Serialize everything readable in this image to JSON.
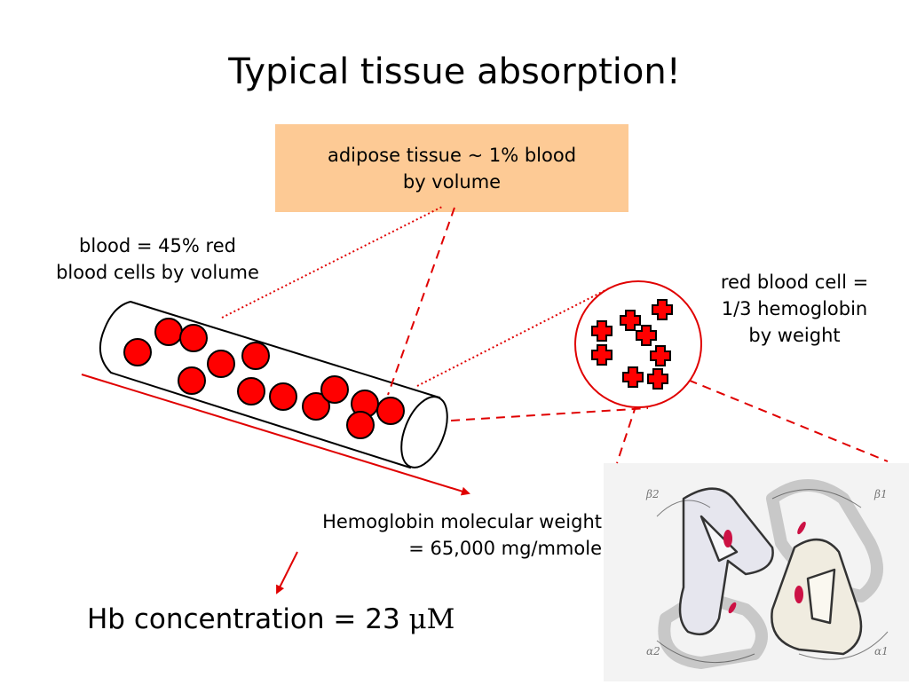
{
  "slide": {
    "title": "Typical tissue absorption!",
    "adipose_box": {
      "line1": "adipose tissue ~ 1% blood",
      "line2": "by volume",
      "fill_color": "#fdca95"
    },
    "blood_label": {
      "line1": "blood = 45% red",
      "line2": "blood cells by volume"
    },
    "rbc_label": {
      "line1": "red blood cell =",
      "line2": "1/3 hemoglobin",
      "line3": "by weight"
    },
    "hb_molecular_weight": {
      "line1": "Hemoglobin molecular weight",
      "line2": "= 65,000 mg/mmole"
    },
    "hb_concentration": {
      "prefix": "Hb concentration = 23 ",
      "unit": "μM"
    },
    "hemoglobin_image": {
      "subunit_labels": [
        "β2",
        "β1",
        "α2",
        "α1"
      ]
    },
    "colors": {
      "accent_red": "#e00000",
      "cell_red": "#ff0000"
    }
  }
}
